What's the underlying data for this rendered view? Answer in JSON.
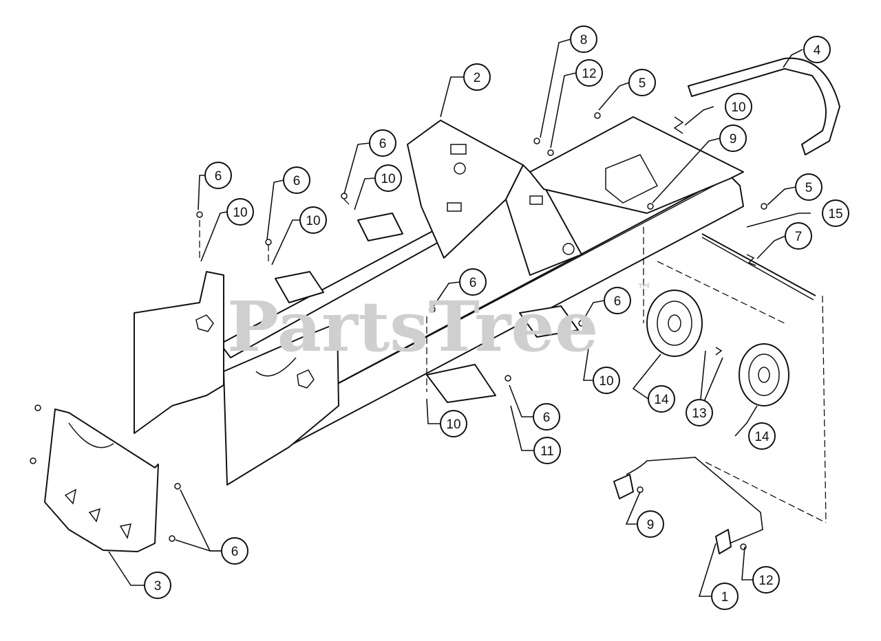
{
  "watermark": {
    "text": "PartsTree",
    "mark": "™",
    "color": "#cfcfcf"
  },
  "callouts": [
    {
      "id": "c-1",
      "label": "1"
    },
    {
      "id": "c-2",
      "label": "2"
    },
    {
      "id": "c-3",
      "label": "3"
    },
    {
      "id": "c-4",
      "label": "4"
    },
    {
      "id": "c-5a",
      "label": "5"
    },
    {
      "id": "c-5b",
      "label": "5"
    },
    {
      "id": "c-6a",
      "label": "6"
    },
    {
      "id": "c-6b",
      "label": "6"
    },
    {
      "id": "c-6c",
      "label": "6"
    },
    {
      "id": "c-6d",
      "label": "6"
    },
    {
      "id": "c-6e",
      "label": "6"
    },
    {
      "id": "c-6f",
      "label": "6"
    },
    {
      "id": "c-6g",
      "label": "6"
    },
    {
      "id": "c-7",
      "label": "7"
    },
    {
      "id": "c-8",
      "label": "8"
    },
    {
      "id": "c-9a",
      "label": "9"
    },
    {
      "id": "c-9b",
      "label": "9"
    },
    {
      "id": "c-10a",
      "label": "10"
    },
    {
      "id": "c-10b",
      "label": "10"
    },
    {
      "id": "c-10c",
      "label": "10"
    },
    {
      "id": "c-10d",
      "label": "10"
    },
    {
      "id": "c-10e",
      "label": "10"
    },
    {
      "id": "c-10f",
      "label": "10"
    },
    {
      "id": "c-11",
      "label": "11"
    },
    {
      "id": "c-12a",
      "label": "12"
    },
    {
      "id": "c-12b",
      "label": "12"
    },
    {
      "id": "c-13",
      "label": "13"
    },
    {
      "id": "c-14a",
      "label": "14"
    },
    {
      "id": "c-14b",
      "label": "14"
    },
    {
      "id": "c-15",
      "label": "15"
    }
  ]
}
